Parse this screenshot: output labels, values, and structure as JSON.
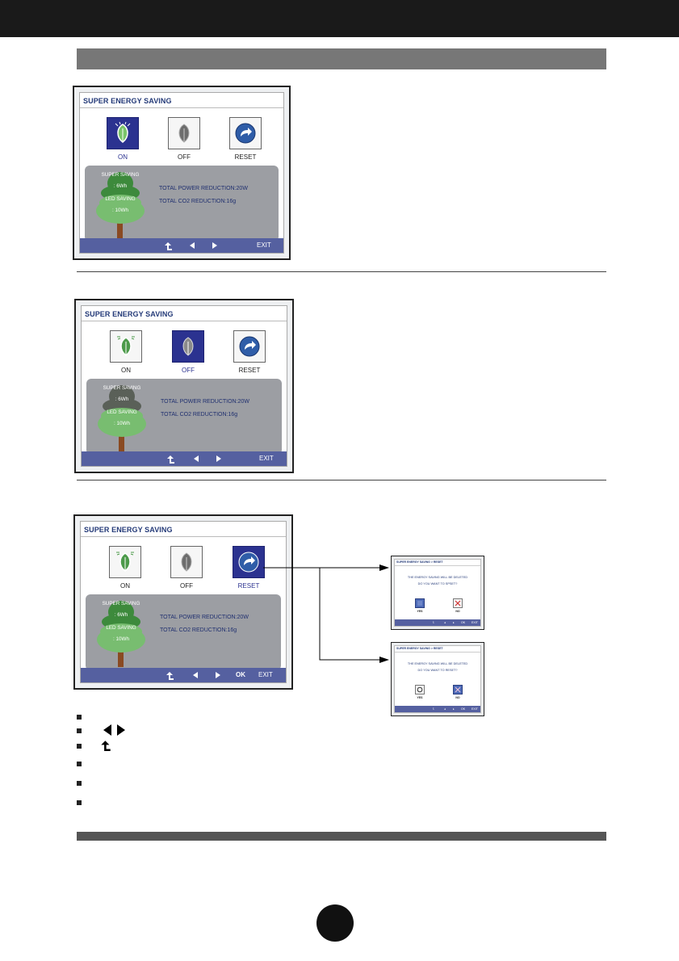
{
  "osd": {
    "title": "SUPER ENERGY SAVING",
    "modes": {
      "on": "ON",
      "off": "OFF",
      "reset": "RESET"
    },
    "tree": {
      "super_label": "SUPER SAVING",
      "super_value": ": 6Wh",
      "led_label": "LED SAVING",
      "led_value": ": 10Wh"
    },
    "total_power": "TOTAL POWER REDUCTION:20W",
    "total_co2": "TOTAL CO2 REDUCTION:16g",
    "nav": {
      "ok": "OK",
      "exit": "EXIT"
    }
  },
  "reset_dialog": {
    "title": "SUPER ENERGY SAVING > RESET",
    "line1": "THE ENERGY SAVING WILL BE DELETED",
    "line2_top": "DO YOU WANT TO SPSET?",
    "line2_bottom": "DO YOU WANT TO RESET?",
    "yes": "YES",
    "no": "NO",
    "nav": {
      "ok": "OK",
      "exit": "EXIT"
    }
  },
  "colors": {
    "selected": "#2b3290",
    "panel": "#9c9ea3",
    "nav_bar": "#5560a0",
    "tree_on": "#4c9a4a",
    "tree_off": "#555a55"
  }
}
